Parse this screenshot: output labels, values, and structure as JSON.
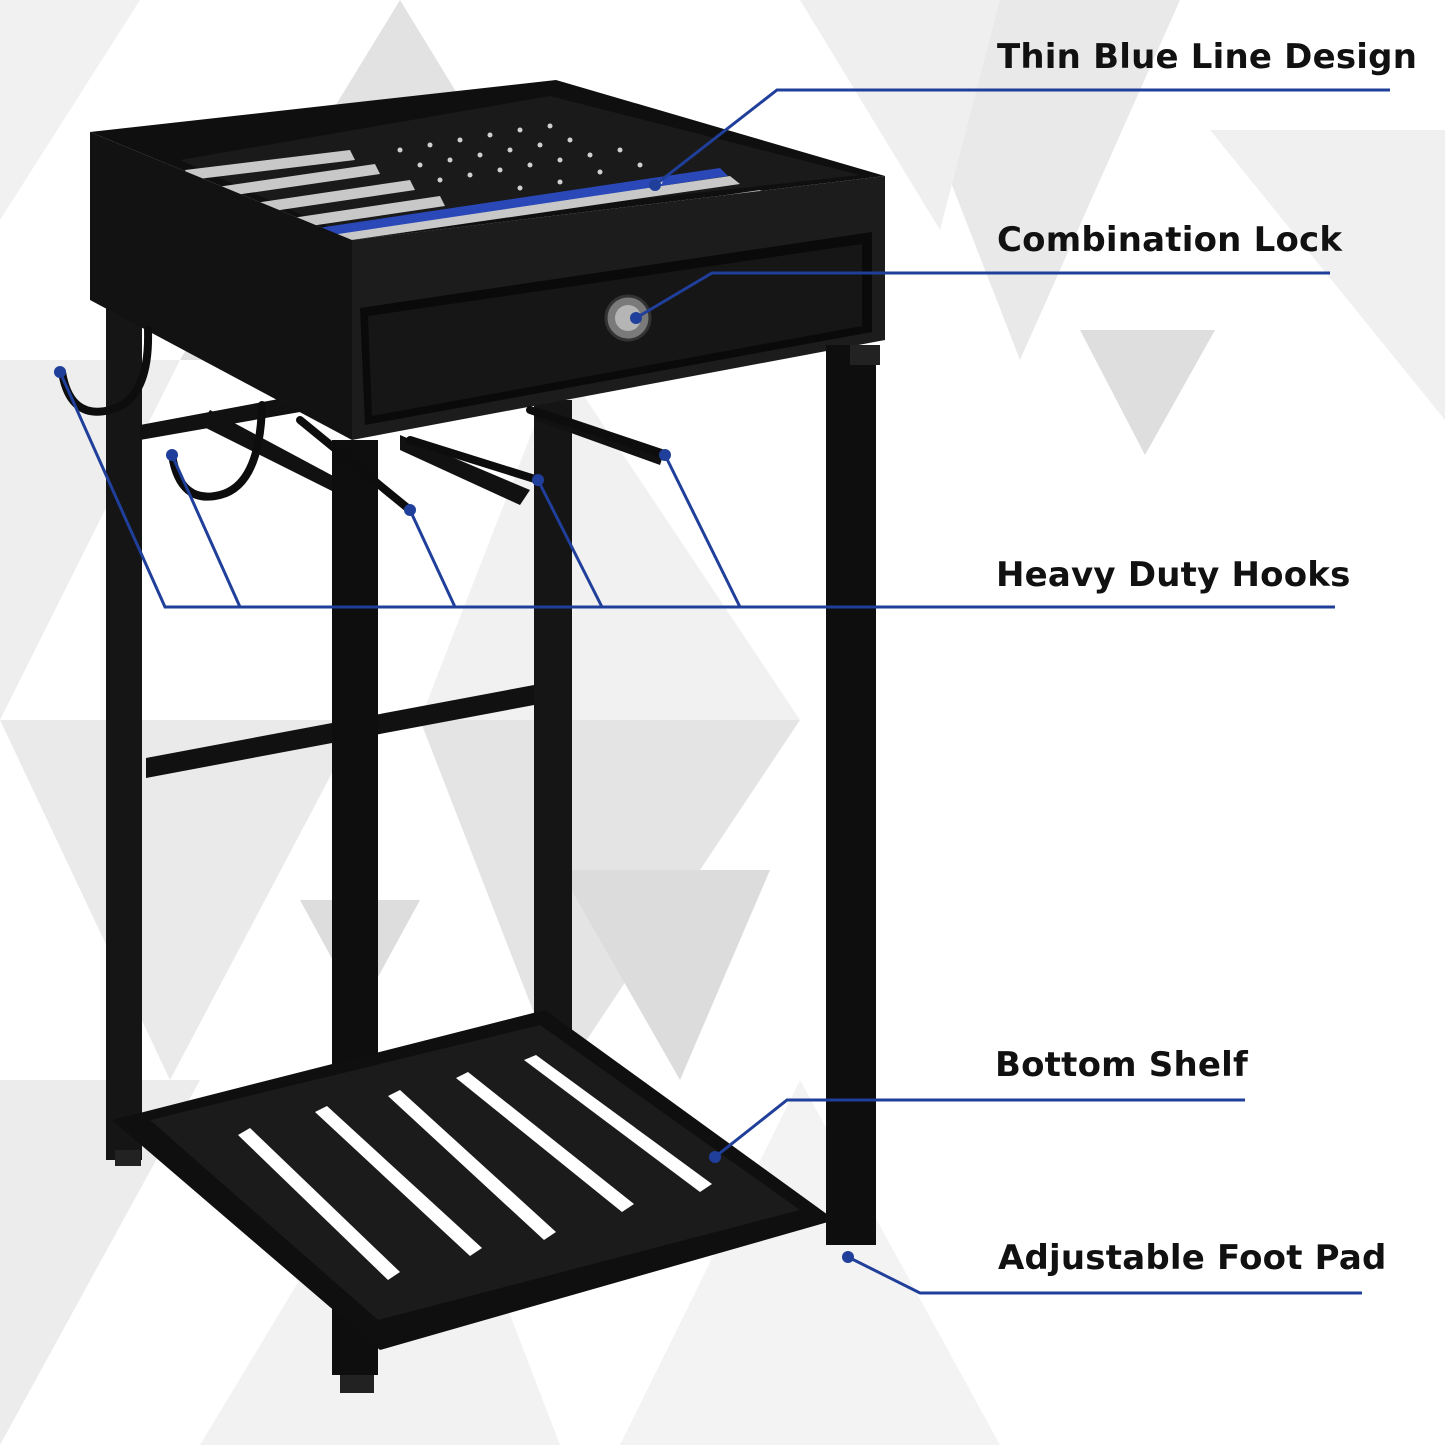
{
  "callouts": [
    {
      "label": "Thin Blue Line Design"
    },
    {
      "label": "Combination Lock"
    },
    {
      "label": "Heavy Duty Hooks"
    },
    {
      "label": "Bottom Shelf"
    },
    {
      "label": "Adjustable Foot Pad"
    }
  ],
  "colors": {
    "accent_blue": "#1f3f9a",
    "frame_black": "#0d0d0d",
    "background_triangles": "#e3e3e3"
  }
}
